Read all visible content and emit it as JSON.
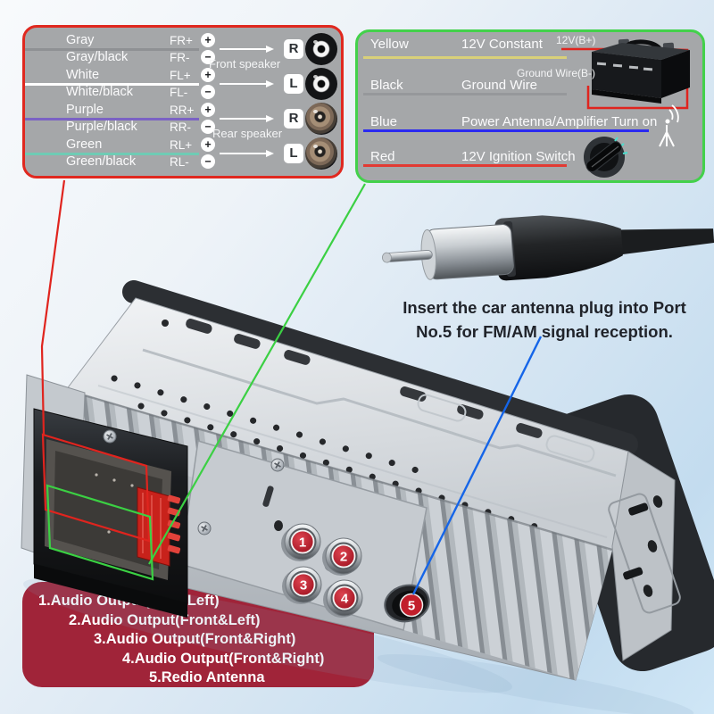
{
  "colors": {
    "speaker_border": "#e0281f",
    "power_border": "#43d14b",
    "panel_bg": "#a5a7a9",
    "legend_bg": "#a02439",
    "red_line": "#e0241e",
    "green_line": "#3bd043",
    "blue_line": "#1565e8",
    "port_red": "#c21f2c"
  },
  "speaker_panel": {
    "front_group_label": "Front speaker",
    "rear_group_label": "Rear speaker",
    "rows": [
      {
        "wire": "Gray",
        "pin": "FR+",
        "sign": "+",
        "line": "#8f9194"
      },
      {
        "wire": "Gray/black",
        "pin": "FR-",
        "sign": "−",
        "line": ""
      },
      {
        "wire": "White",
        "pin": "FL+",
        "sign": "+",
        "line": "#ffffff"
      },
      {
        "wire": "White/black",
        "pin": "FL-",
        "sign": "−",
        "line": ""
      },
      {
        "wire": "Purple",
        "pin": "RR+",
        "sign": "+",
        "line": "#7b62c4"
      },
      {
        "wire": "Purple/black",
        "pin": "RR-",
        "sign": "−",
        "line": ""
      },
      {
        "wire": "Green",
        "pin": "RL+",
        "sign": "+",
        "line": "#6fcbb4"
      },
      {
        "wire": "Green/black",
        "pin": "RL-",
        "sign": "−",
        "line": ""
      }
    ],
    "channels": [
      "R",
      "L",
      "R",
      "L"
    ]
  },
  "power_panel": {
    "rows": [
      {
        "wire": "Yellow",
        "function": "12V Constant",
        "line": "#d9d079"
      },
      {
        "wire": "Black",
        "function": "Ground Wire",
        "line": "#96989b"
      },
      {
        "wire": "Blue",
        "function": "Power Antenna/Amplifier Turn on",
        "line": "#2a2af0"
      },
      {
        "wire": "Red",
        "function": "12V Ignition Switch",
        "line": "#e23a33"
      }
    ],
    "battery_positive_label": "12V(B+)",
    "battery_negative_label": "Ground Wire(B-)"
  },
  "antenna_note": {
    "line1": "Insert the car antenna plug into Port",
    "line2": "No.5 for FM/AM signal reception."
  },
  "ports": {
    "p1": "1",
    "p2": "2",
    "p3": "3",
    "p4": "4",
    "p5": "5"
  },
  "legend": {
    "items": [
      "1.Audio Output(Rea&Left)",
      "2.Audio Output(Front&Left)",
      "3.Audio Output(Front&Right)",
      "4.Audio Output(Front&Right)",
      "5.Redio Antenna"
    ]
  }
}
